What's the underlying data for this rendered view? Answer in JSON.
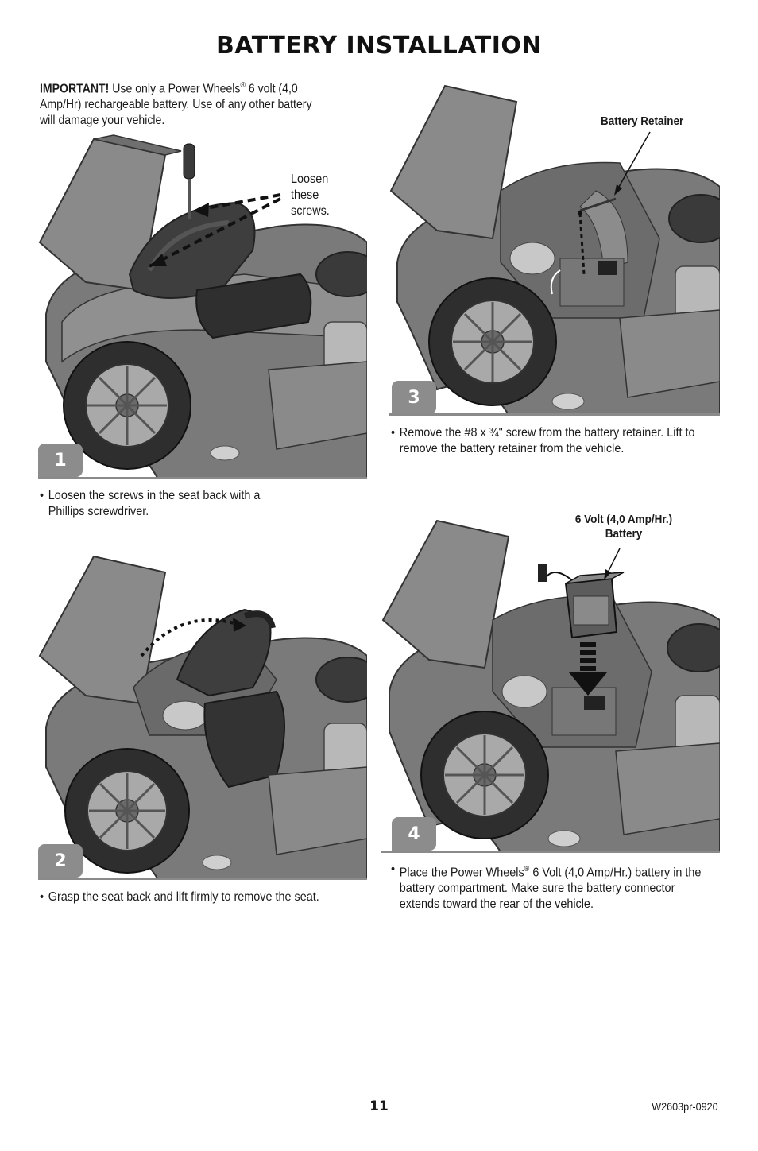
{
  "page": {
    "title": "BATTERY INSTALLATION",
    "page_number": "11",
    "doc_code": "W2603pr-0920"
  },
  "important": {
    "label": "IMPORTANT!",
    "text_a": " Use only a Power Wheels",
    "reg": "®",
    "text_b": " 6 volt (4,0 Amp/Hr) rechargeable battery. Use of any other battery will damage your vehicle."
  },
  "steps": [
    {
      "number": "1",
      "callout": "Loosen these screws.",
      "callout_lines": [
        "Loosen",
        "these",
        "screws."
      ],
      "instruction": "Loosen the screws in the seat back with a Phillips screwdriver."
    },
    {
      "number": "2",
      "instruction": "Grasp the seat back and lift firmly to remove the seat."
    },
    {
      "number": "3",
      "callout": "Battery Retainer",
      "instruction": "Remove the #8 x ¾\" screw from the battery retainer. Lift to remove the battery retainer from the vehicle."
    },
    {
      "number": "4",
      "callout_line1": "6 Volt (4,0 Amp/Hr.)",
      "callout_line2": "Battery",
      "instruction_a": "Place the Power Wheels",
      "reg": "®",
      "instruction_b": " 6 Volt (4,0 Amp/Hr.) battery in the battery compartment. Make sure the battery connector extends toward the rear of the vehicle."
    }
  ],
  "bullet": "•",
  "colors": {
    "body": "#7a7a7a",
    "body_light": "#9c9c9c",
    "body_dark": "#5a5a5a",
    "seat": "#3e3e3e",
    "tire": "#2e2e2e",
    "badge": "#8c8c8c"
  }
}
